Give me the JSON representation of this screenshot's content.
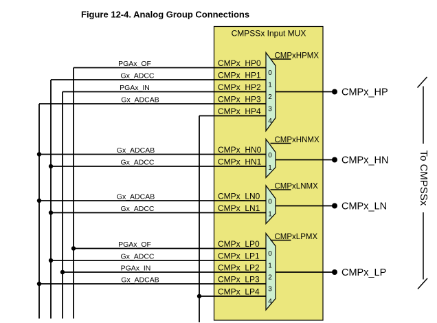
{
  "title": "Figure 12-4. Analog Group Connections",
  "mux_box": {
    "header": "CMPSSx Input MUX"
  },
  "right_bracket": {
    "label": "To CMPSSx"
  },
  "colors": {
    "box_fill": "#EBE77D",
    "mux_fill": "#CDEFCF",
    "line": "#000000"
  },
  "groups": {
    "hp": {
      "mux_label": "CMPxHPMX",
      "output": "CMPx_HP",
      "inputs": [
        {
          "source": "PGAx_OF",
          "pin": "CMPx_HP0",
          "sel": "0"
        },
        {
          "source": "Gx_ADCC",
          "pin": "CMPx_HP1",
          "sel": "1"
        },
        {
          "source": "PGAx_IN",
          "pin": "CMPx_HP2",
          "sel": "2"
        },
        {
          "source": "Gx_ADCAB",
          "pin": "CMPx_HP3",
          "sel": "3"
        },
        {
          "pin": "CMPx_HP4",
          "sel": "4"
        }
      ]
    },
    "hn": {
      "mux_label": "CMPxHNMX",
      "output": "CMPx_HN",
      "inputs": [
        {
          "source": "Gx_ADCAB",
          "pin": "CMPx_HN0",
          "sel": "0"
        },
        {
          "source": "Gx_ADCC",
          "pin": "CMPx_HN1",
          "sel": "1"
        }
      ]
    },
    "ln": {
      "mux_label": "CMPxLNMX",
      "output": "CMPx_LN",
      "inputs": [
        {
          "source": "Gx_ADCAB",
          "pin": "CMPx_LN0",
          "sel": "0"
        },
        {
          "source": "Gx_ADCC",
          "pin": "CMPx_LN1",
          "sel": "1"
        }
      ]
    },
    "lp": {
      "mux_label": "CMPxLPMX",
      "output": "CMPx_LP",
      "inputs": [
        {
          "source": "PGAx_OF",
          "pin": "CMPx_LP0",
          "sel": "0"
        },
        {
          "source": "Gx_ADCC",
          "pin": "CMPx_LP1",
          "sel": "1"
        },
        {
          "source": "PGAx_IN",
          "pin": "CMPx_LP2",
          "sel": "2"
        },
        {
          "source": "Gx_ADCAB",
          "pin": "CMPx_LP3",
          "sel": "3"
        },
        {
          "pin": "CMPx_LP4",
          "sel": "4"
        }
      ]
    }
  }
}
